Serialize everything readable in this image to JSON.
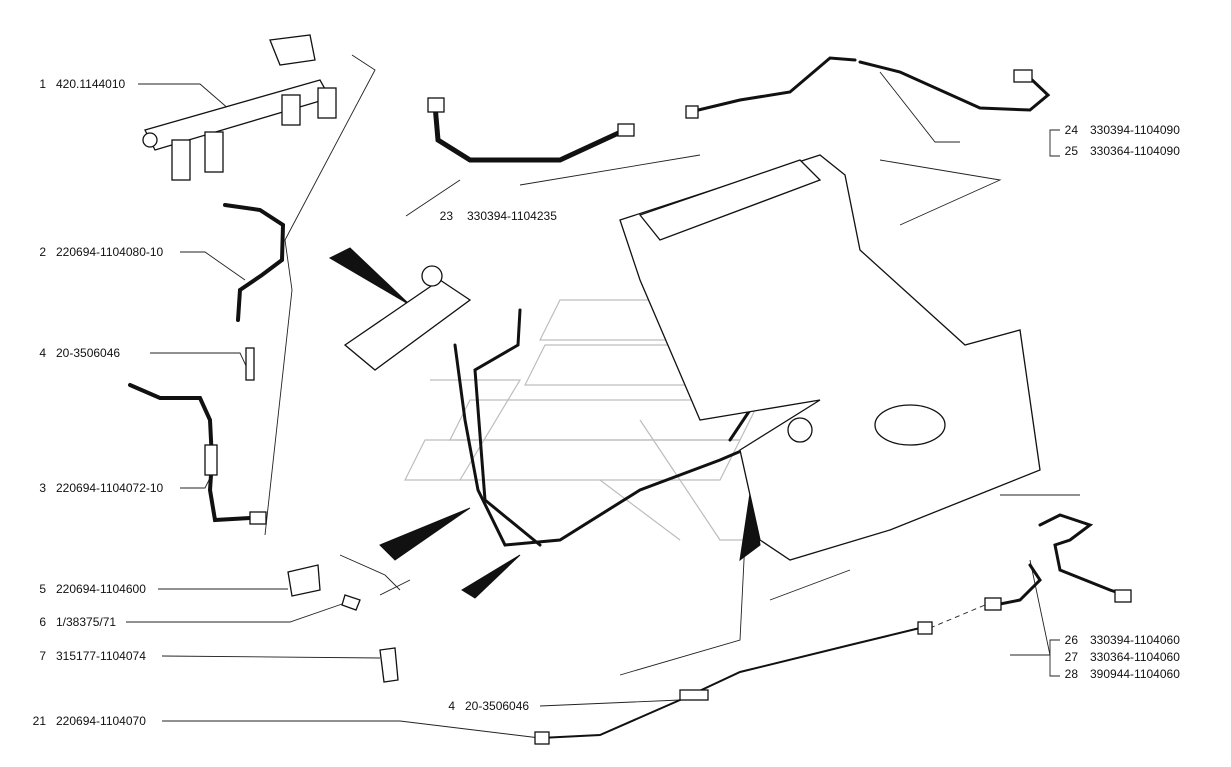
{
  "callouts": [
    {
      "num": "1",
      "code": "420.1144010"
    },
    {
      "num": "2",
      "code": "220694-1104080-10"
    },
    {
      "num": "4",
      "code": "20-3506046"
    },
    {
      "num": "3",
      "code": "220694-1104072-10"
    },
    {
      "num": "5",
      "code": "220694-1104600"
    },
    {
      "num": "6",
      "code": "1/38375/71"
    },
    {
      "num": "7",
      "code": "315177-1104074"
    },
    {
      "num": "21",
      "code": "220694-1104070"
    },
    {
      "num": "23",
      "code": "330394-1104235"
    },
    {
      "num": "4",
      "code": "20-3506046"
    },
    {
      "num": "24",
      "code": "330394-1104090"
    },
    {
      "num": "25",
      "code": "330364-1104090"
    },
    {
      "num": "26",
      "code": "330394-1104060"
    },
    {
      "num": "27",
      "code": "330364-1104060"
    },
    {
      "num": "28",
      "code": "390944-1104060"
    }
  ],
  "colors": {
    "ink": "#111111",
    "watermark": "#bdbdbd",
    "background": "#ffffff"
  }
}
